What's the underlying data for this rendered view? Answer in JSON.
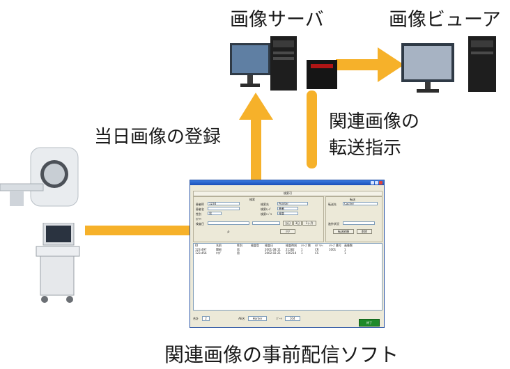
{
  "labels": {
    "image_server": "画像サーバ",
    "image_viewer": "画像ビューア",
    "register_today": "当日画像の登録",
    "transfer_line1": "関連画像の",
    "transfer_line2": "転送指示",
    "bottom_caption": "関連画像の事前配信ソフト"
  },
  "window": {
    "top_tab": "検索可",
    "section_search": "検索",
    "section_transfer": "転送",
    "patient_id_label": "患者ID",
    "patient_id_value": "1234",
    "patient_name_label": "患者名",
    "sex_label": "性別",
    "sex_value": "男",
    "kana_label": "ｶﾅﾌﾘ",
    "exam_date_label": "検査日",
    "search_target_label": "検索先",
    "search_target_value": "Pointer",
    "mode_label": "検索ﾓｰﾄﾞ",
    "mode_value": "患者",
    "level_label": "検索ﾚﾍﾞﾙ",
    "level_value": "検査",
    "btn_today": "当日",
    "btn_3days": "3日",
    "btn_1month": "1ヶ月",
    "btn_clear": "ｸﾘｱ",
    "transfer_dest_label": "転送先",
    "transfer_dest_value": "Cacher",
    "btn_transfer_all": "転送依頼",
    "btn_delete": "削除",
    "status_label": "進捗状況",
    "list_headers": [
      "ID",
      "名前",
      "性別",
      "検査型",
      "検査日",
      "検査時刻",
      "ｼﾘｰｽﾞ数",
      "ﾓﾀﾞﾘﾃｨ",
      "ｼﾘｰｽﾞ番号",
      "画像数"
    ],
    "list_rows": [
      [
        "123.497",
        "関根",
        "男",
        "",
        "2001.08.11",
        "21282",
        "1",
        "CR",
        "1001",
        "1"
      ],
      [
        "123.456",
        "ﾔﾏﾀﾞ",
        "男",
        "",
        "2002.02.21",
        "150214",
        "1",
        "CS",
        "",
        "1"
      ]
    ],
    "count_label": "合計",
    "count_value": "2",
    "ae_label": "AE名",
    "ae_value": "Honter",
    "port_label": "ﾎﾟｰﾄ",
    "port_value": "104",
    "exit_button": "終了"
  },
  "colors": {
    "arrow": "#f6b12a",
    "text": "#1a1a1a"
  }
}
